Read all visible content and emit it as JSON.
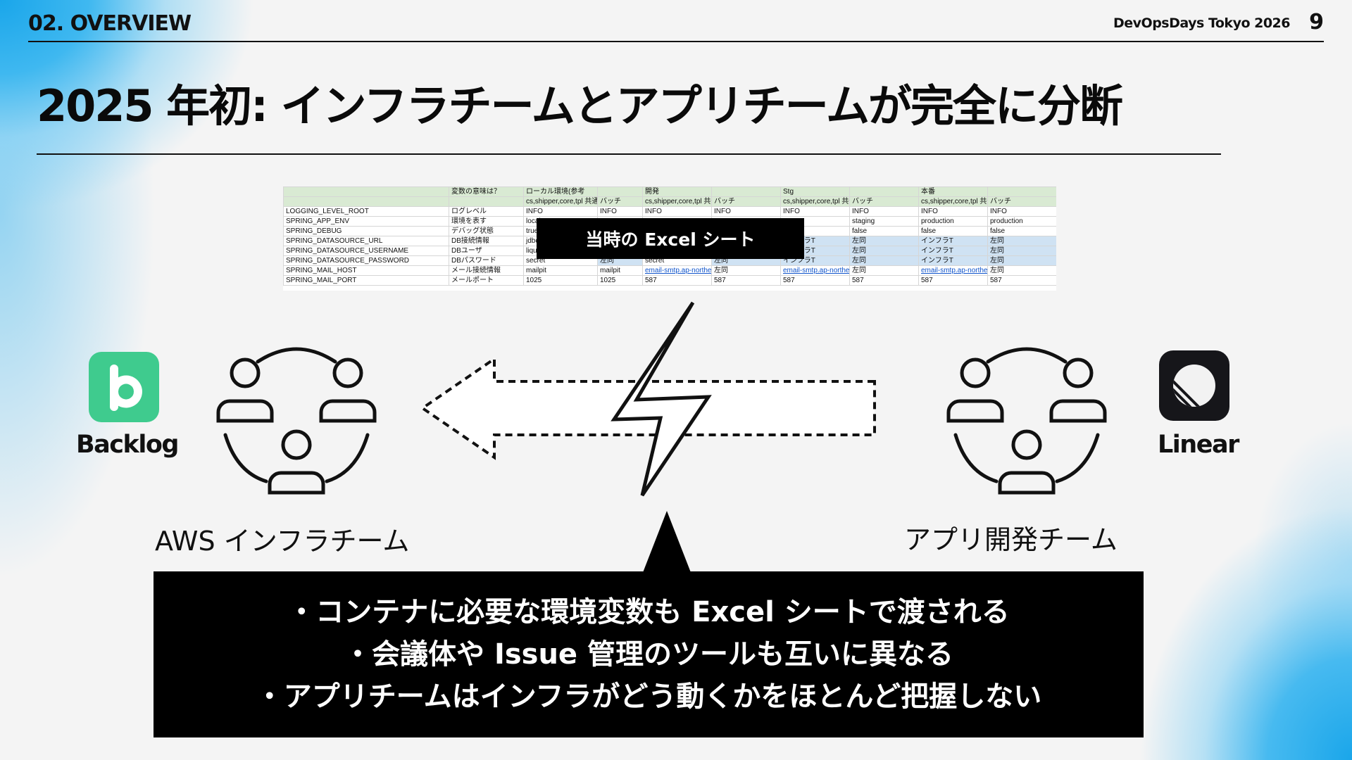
{
  "header": {
    "section": "02. OVERVIEW",
    "event": "DevOpsDays Tokyo 2026",
    "page_number": "9"
  },
  "title": "2025 年初: インフラチームとアプリチームが完全に分断",
  "spreadsheet": {
    "caption": "当時の Excel シート",
    "header_row1": [
      "",
      "変数の意味は？",
      "ローカル環境(参考",
      "",
      "開発",
      "",
      "Stg",
      "",
      "本番",
      ""
    ],
    "header_row2": [
      "",
      "",
      "cs,shipper,core,tpl 共通",
      "バッチ",
      "cs,shipper,core,tpl 共通",
      "バッチ",
      "cs,shipper,core,tpl 共通",
      "バッチ",
      "cs,shipper,core,tpl 共通",
      "バッチ"
    ],
    "rows": [
      [
        "LOGGING_LEVEL_ROOT",
        "ログレベル",
        "INFO",
        "INFO",
        "INFO",
        "INFO",
        "INFO",
        "INFO",
        "INFO",
        "INFO"
      ],
      [
        "SPRING_APP_ENV",
        "環境を表す",
        "local",
        "",
        "",
        "",
        "",
        "staging",
        "production",
        "production"
      ],
      [
        "SPRING_DEBUG",
        "デバッグ状態",
        "true",
        "",
        "",
        "",
        "",
        "false",
        "false",
        "false"
      ],
      [
        "SPRING_DATASOURCE_URL",
        "DB接続情報",
        "jdbc",
        "",
        "",
        "",
        "インフラT",
        "左同",
        "インフラT",
        "左同"
      ],
      [
        "SPRING_DATASOURCE_USERNAME",
        "DBユーザ",
        "liqui",
        "",
        "",
        "",
        "インフラT",
        "左同",
        "インフラT",
        "左同"
      ],
      [
        "SPRING_DATASOURCE_PASSWORD",
        "DBパスワード",
        "secret",
        "左同",
        "secret",
        "左同",
        "インフラT",
        "左同",
        "インフラT",
        "左同"
      ],
      [
        "SPRING_MAIL_HOST",
        "メール接続情報",
        "mailpit",
        "mailpit",
        "email-smtp.ap-northeast",
        "左同",
        "email-smtp.ap-northeast",
        "左同",
        "email-smtp.ap-northeast",
        "左同"
      ],
      [
        "SPRING_MAIL_PORT",
        "メールポート",
        "1025",
        "1025",
        "587",
        "587",
        "587",
        "587",
        "587",
        "587"
      ]
    ]
  },
  "left_team": {
    "tool": "Backlog",
    "name": "AWS インフラチーム",
    "logo_color": "#3fcb8e"
  },
  "right_team": {
    "tool": "Linear",
    "name": "アプリ開発チーム",
    "logo_color": "#16161a"
  },
  "bullets": [
    "・コンテナに必要な環境変数も Excel シートで渡される",
    "・会議体や Issue 管理のツールも互いに異なる",
    "・アプリチームはインフラがどう動くかをほとんど把握しない"
  ],
  "colors": {
    "accent": "#1aa6ea",
    "ink": "#111111"
  },
  "icons": [
    "people-group-icon",
    "lightning-bolt-icon",
    "dashed-arrow-left-icon"
  ]
}
